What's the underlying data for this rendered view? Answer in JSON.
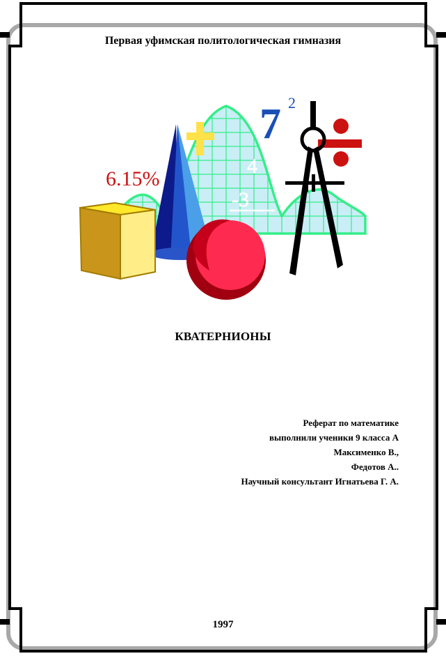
{
  "school": "Первая уфимская политологическая гимназия",
  "clipart": {
    "percent_label": "6.15%",
    "seven": "7",
    "exponent": "2",
    "four": "4",
    "minus_three": "-3"
  },
  "title": "КВАТЕРНИОНЫ",
  "info": {
    "line1": "Реферат по математике",
    "line2": "выполнили ученики 9 класса А",
    "line3": "Максименко В.,",
    "line4": "Федотов А..",
    "line5": "Научный консультант Игнатьева Г. А."
  },
  "year": "1997",
  "colors": {
    "frame": "#000000",
    "frame_shadow": "#a8a8a8",
    "graph_green": "#33ee88",
    "grid_fill": "#c9eef6",
    "seven_blue": "#1a4fb5",
    "percent_red": "#cc1111",
    "plus_yellow": "#ffe14a",
    "ball_red": "#e01028",
    "cube_gold": "#e4b722"
  }
}
